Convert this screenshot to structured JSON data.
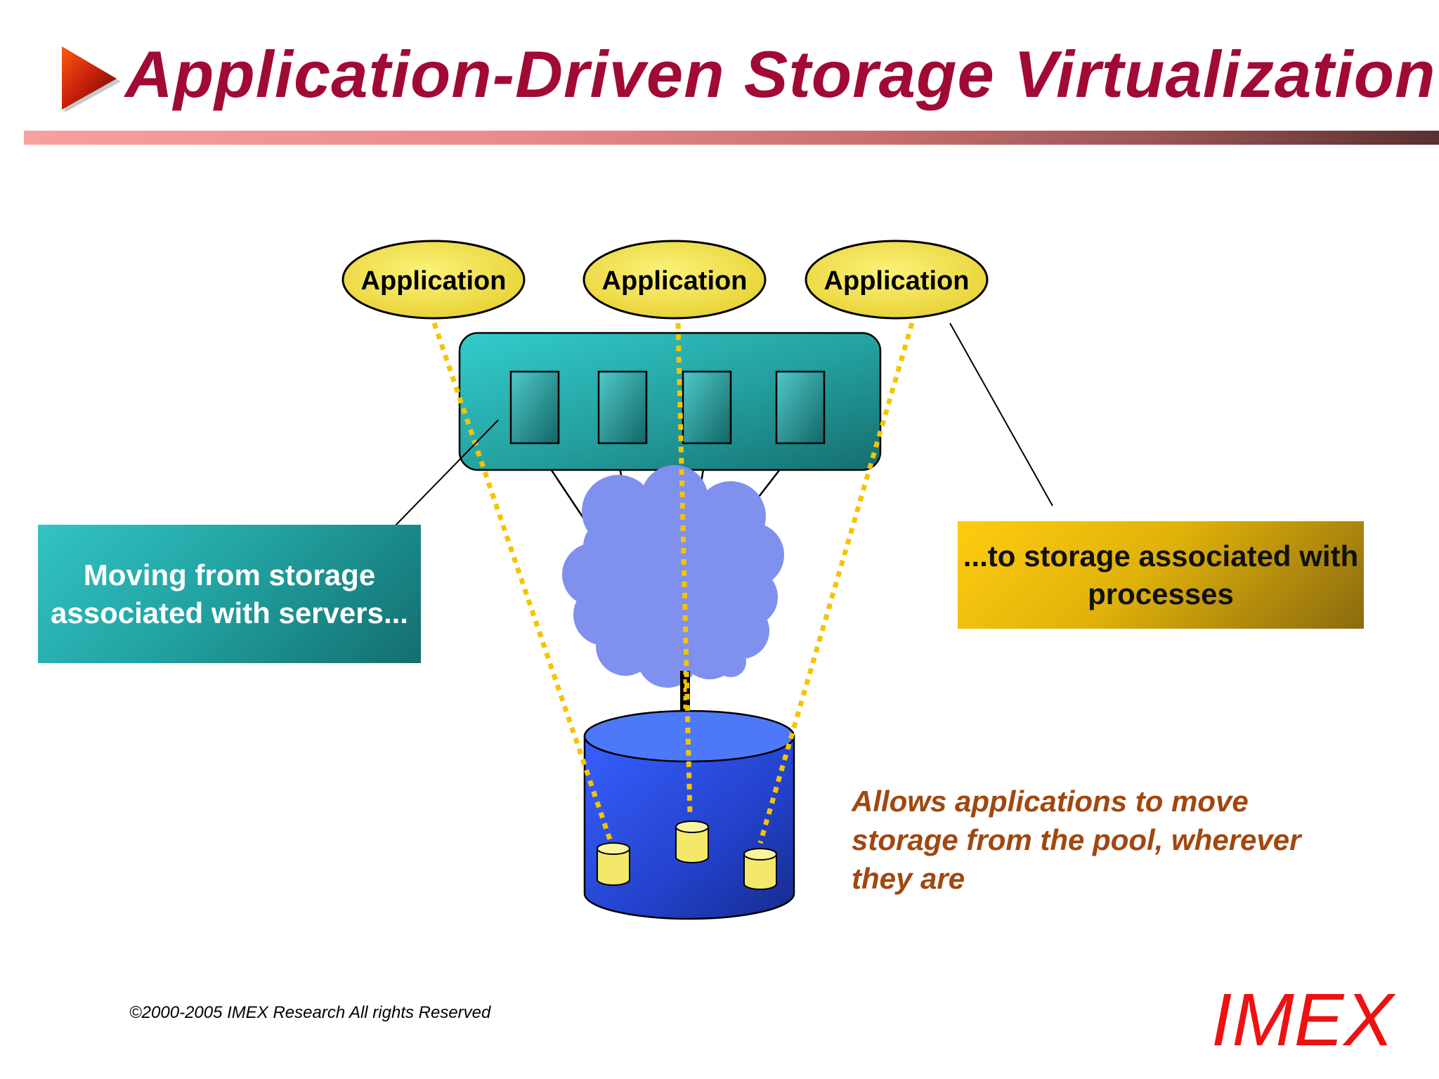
{
  "slide": {
    "title": "Application-Driven Storage Virtualization",
    "title_color": "#a10a34",
    "rule_colors": [
      "#f7a0a0",
      "#5a3030"
    ]
  },
  "diagram": {
    "applications": [
      {
        "label": "Application"
      },
      {
        "label": "Application"
      },
      {
        "label": "Application"
      }
    ],
    "server_count": 4,
    "pool_disk_count": 3,
    "colors": {
      "application_fill": "#f2e15a",
      "server_chassis": "#27b4b4",
      "network_cloud": "#7f90ee",
      "storage_pool": "#2b52e0",
      "disk": "#f3e86a",
      "dotted_path": "#f5c400"
    },
    "icons": [
      "title-arrow-icon",
      "server-blade-icon",
      "network-cloud-icon",
      "storage-pool-icon",
      "disk-icon"
    ]
  },
  "callouts": {
    "servers": "Moving from storage associated with servers...",
    "processes": "...to storage associated with processes",
    "pool": "Allows applications to move storage from the pool, wherever they are"
  },
  "footer": {
    "copyright": "©2000-2005  IMEX Research All rights Reserved",
    "brand": "IMEX",
    "brand_color": "#ee1111"
  }
}
